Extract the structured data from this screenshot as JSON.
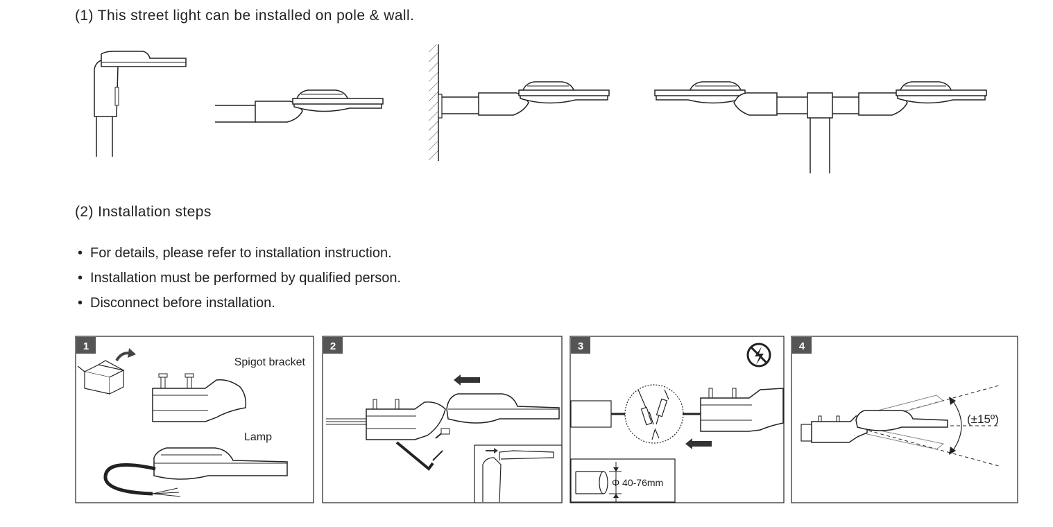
{
  "section1": {
    "heading": "(1) This street light can be installed on pole & wall."
  },
  "section2": {
    "heading": "(2) Installation steps",
    "bullets": [
      "For details, please refer to installation instruction.",
      "Installation must be performed by qualified person.",
      "Disconnect before installation."
    ]
  },
  "steps": [
    {
      "number": "1",
      "labels": [
        "Spigot bracket",
        "Lamp"
      ]
    },
    {
      "number": "2"
    },
    {
      "number": "3",
      "diameter": "Φ 40-76mm",
      "icon": "no-electricity-icon"
    },
    {
      "number": "4",
      "angle": "(±15º)"
    }
  ],
  "colors": {
    "line": "#222222",
    "badge": "#555555",
    "fill": "#ffffff"
  }
}
